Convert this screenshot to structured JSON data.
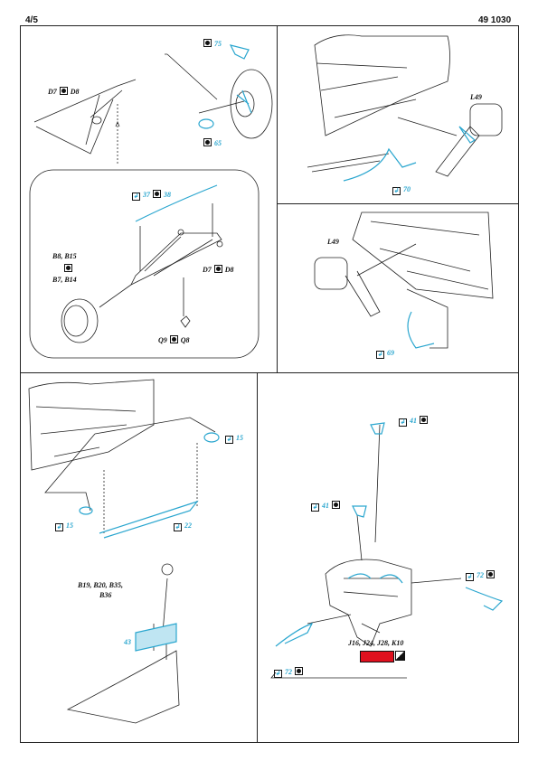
{
  "header": {
    "page": "4/5",
    "code": "49 1030"
  },
  "panel_tl": {
    "parts": [
      {
        "text": "D7",
        "icon": "etch-circle-icon",
        "text2": "D8"
      },
      {
        "num": "75",
        "icon": "etch-circle-icon"
      },
      {
        "num": "65",
        "icon": "etch-circle-icon"
      },
      {
        "num1": "37",
        "num2": "38"
      },
      {
        "text": "B8, B15",
        "icon": "etch-circle-icon",
        "text2": "B7, B14"
      },
      {
        "text": "D7",
        "icon": "etch-circle-icon",
        "text2": "D8"
      },
      {
        "text": "Q9",
        "icon": "etch-circle-icon",
        "text2": "Q8"
      }
    ]
  },
  "panel_tr": {
    "label": "L49",
    "num": "70"
  },
  "panel_mr": {
    "label": "L49",
    "num": "69"
  },
  "panel_ml": {
    "num_a": "15",
    "num_b": "15",
    "num_c": "22"
  },
  "panel_bl": {
    "refs": "B19, B20, B35,",
    "refs2": "B36",
    "num": "43"
  },
  "panel_br": {
    "num_41a": "41",
    "num_41b": "41",
    "num_72a": "72",
    "num_72b": "72",
    "paint_refs": "J16, J24, J28, K10"
  },
  "colors": {
    "part_blue": "#2aa6cf",
    "paint_red": "#e0101e"
  }
}
